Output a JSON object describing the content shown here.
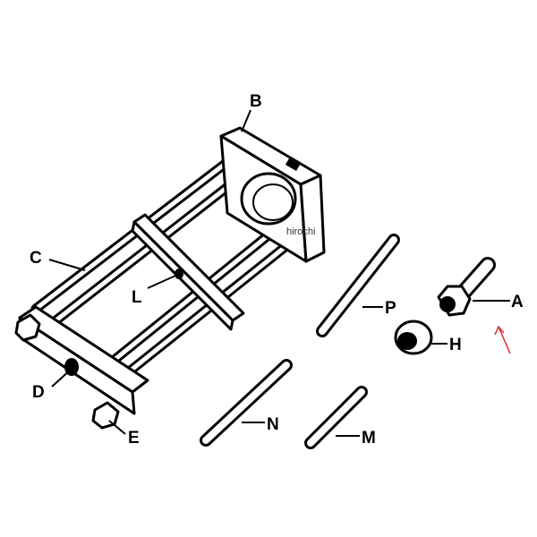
{
  "title": "Tool kit exploded parts diagram",
  "labels": {
    "A": "A",
    "B": "B",
    "C": "C",
    "D": "D",
    "E": "E",
    "H": "H",
    "L": "L",
    "M": "M",
    "N": "N",
    "P": "P"
  },
  "watermark": "hirochi",
  "colors": {
    "line": "#000000",
    "background": "#ffffff",
    "arrow": "#e03030"
  }
}
